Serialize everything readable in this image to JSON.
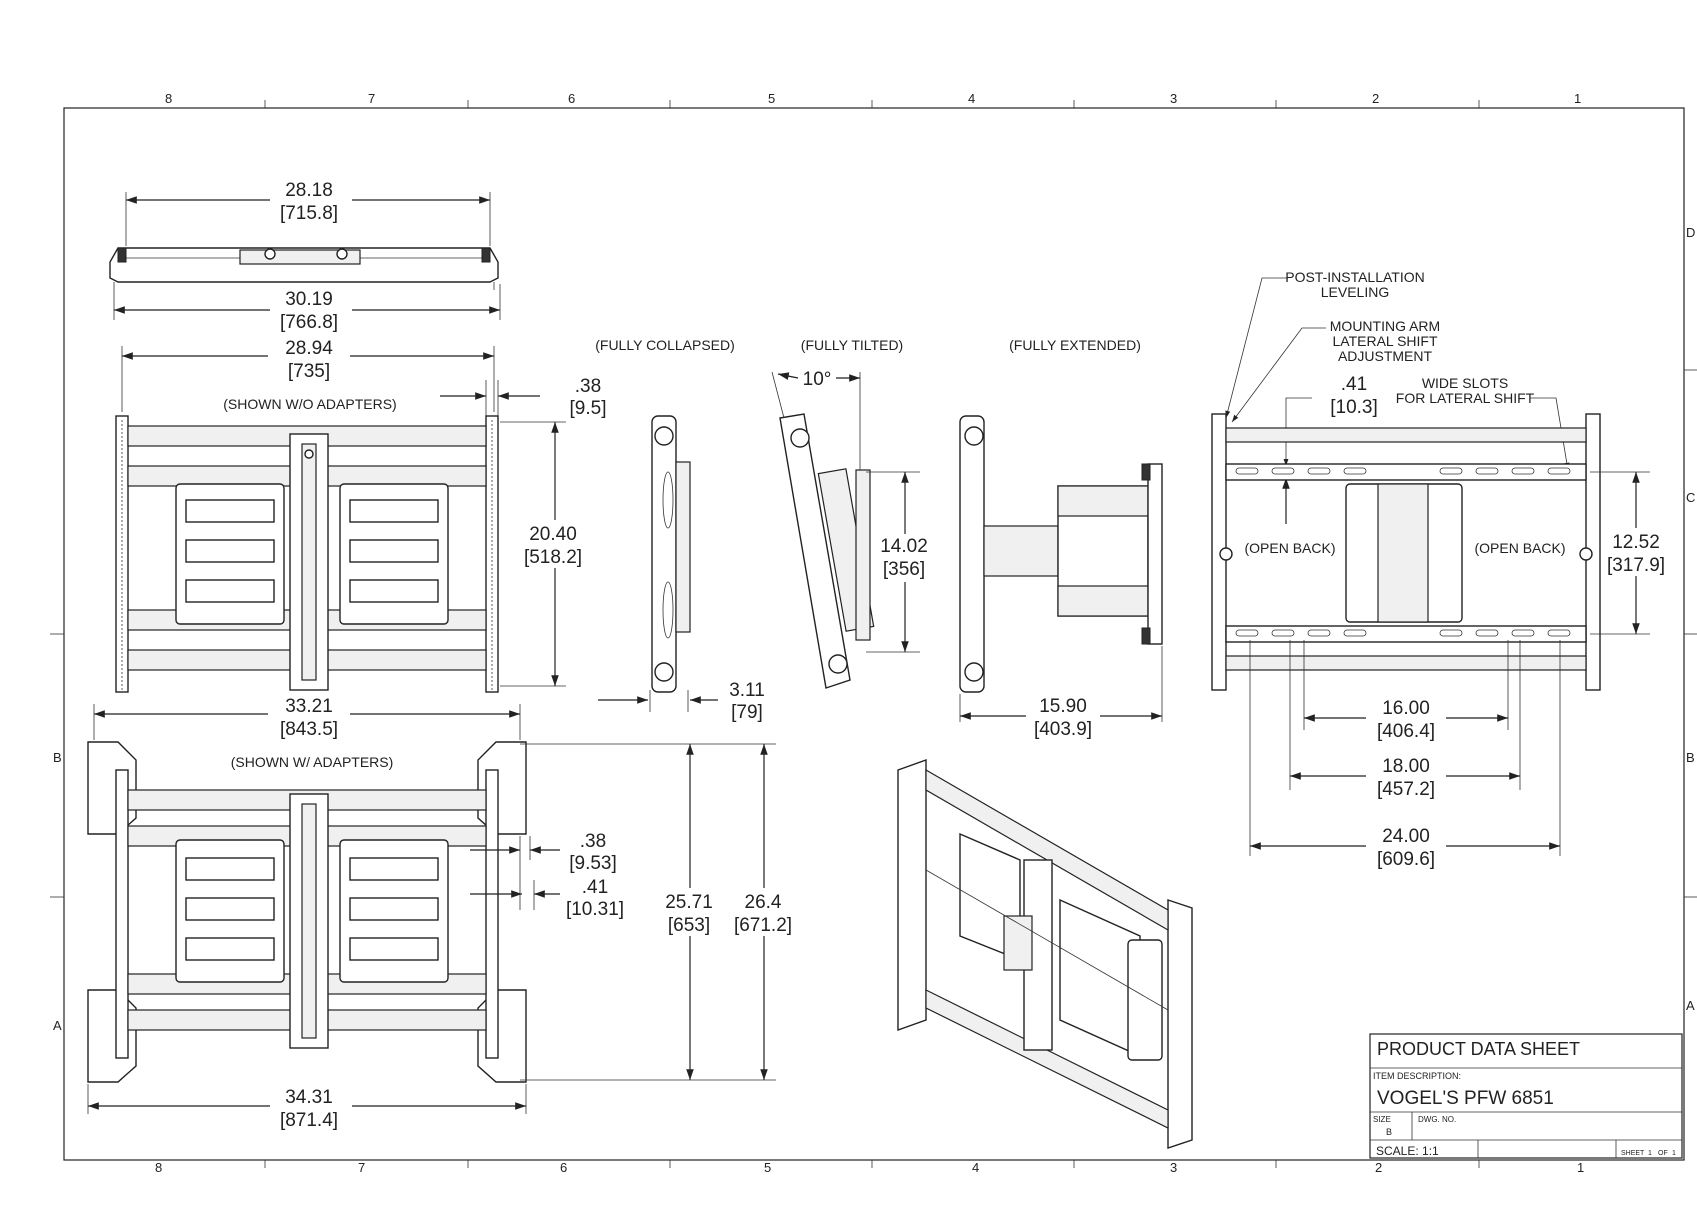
{
  "zones": {
    "columns": [
      "8",
      "7",
      "6",
      "5",
      "4",
      "3",
      "2",
      "1"
    ],
    "rows_left": [
      "B",
      "A"
    ],
    "rows_right": [
      "D",
      "C",
      "B",
      "A"
    ]
  },
  "views": {
    "top": {
      "inner_dim": "28.18",
      "inner_dim_mm": "[715.8]",
      "outer_dim": "30.19",
      "outer_dim_mm": "[766.8]"
    },
    "front_no_adapters": {
      "caption": "(SHOWN W/O ADAPTERS)",
      "width": "28.94",
      "width_mm": "[735]",
      "rail": ".38",
      "rail_mm": "[9.5]",
      "height": "20.40",
      "height_mm": "[518.2]",
      "overall": "33.21",
      "overall_mm": "[843.5]"
    },
    "front_adapters": {
      "caption": "(SHOWN W/ ADAPTERS)",
      "rail1": ".38",
      "rail1_mm": "[9.53]",
      "rail2": ".41",
      "rail2_mm": "[10.31]",
      "height_inner": "25.71",
      "height_inner_mm": "[653]",
      "height_outer": "26.4",
      "height_outer_mm": "[671.2]",
      "width": "34.31",
      "width_mm": "[871.4]"
    },
    "collapsed": {
      "caption": "(FULLY COLLAPSED)",
      "depth": "3.11",
      "depth_mm": "[79]"
    },
    "tilted": {
      "caption": "(FULLY TILTED)",
      "angle": "10°",
      "height": "14.02",
      "height_mm": "[356]"
    },
    "extended": {
      "caption": "(FULLY EXTENDED)",
      "depth": "15.90",
      "depth_mm": "[403.9]"
    },
    "rear": {
      "callout_leveling": [
        "POST-INSTALLATION",
        "LEVELING"
      ],
      "callout_shift": [
        "MOUNTING ARM",
        "LATERAL SHIFT",
        "ADJUSTMENT"
      ],
      "callout_slots": [
        "WIDE SLOTS",
        "FOR LATERAL SHIFT"
      ],
      "slot_offset": ".41",
      "slot_offset_mm": "[10.3]",
      "open_back_left": "(OPEN BACK)",
      "open_back_right": "(OPEN BACK)",
      "height": "12.52",
      "height_mm": "[317.9]",
      "spacing_16": "16.00",
      "spacing_16_mm": "[406.4]",
      "spacing_18": "18.00",
      "spacing_18_mm": "[457.2]",
      "spacing_24": "24.00",
      "spacing_24_mm": "[609.6]"
    }
  },
  "title_block": {
    "heading": "PRODUCT DATA SHEET",
    "item_label": "ITEM DESCRIPTION:",
    "item": "VOGEL'S PFW 6851",
    "size_label": "SIZE",
    "size": "B",
    "dwg_label": "DWG. NO.",
    "scale": "SCALE: 1:1",
    "sheet_label": "SHEET",
    "sheet_num": "1",
    "of_label": "OF",
    "sheet_total": "1"
  },
  "colors": {
    "heading": "#e8891a",
    "line": "#222222"
  }
}
